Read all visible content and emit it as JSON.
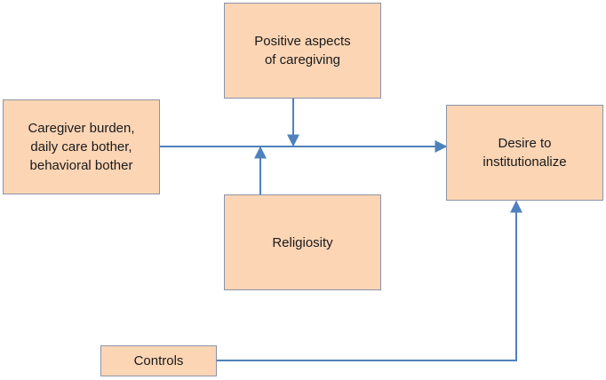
{
  "colors": {
    "box_fill": "#fcd5b5",
    "box_border": "#8a94a8",
    "arrow": "#4f81bd",
    "text": "#1a1a1a"
  },
  "nodes": {
    "caregiver_burden": "Caregiver burden,\ndaily care bother,\nbehavioral bother",
    "positive_aspects": "Positive aspects\nof caregiving",
    "desire_to_institutionalize": "Desire to\ninstitutionalize",
    "religiosity": "Religiosity",
    "controls": "Controls"
  },
  "edges": [
    {
      "from": "caregiver_burden",
      "to": "desire_to_institutionalize"
    },
    {
      "from": "positive_aspects",
      "to": "caregiver_burden->desire_to_institutionalize"
    },
    {
      "from": "religiosity",
      "to": "caregiver_burden->desire_to_institutionalize"
    },
    {
      "from": "controls",
      "to": "desire_to_institutionalize"
    }
  ]
}
